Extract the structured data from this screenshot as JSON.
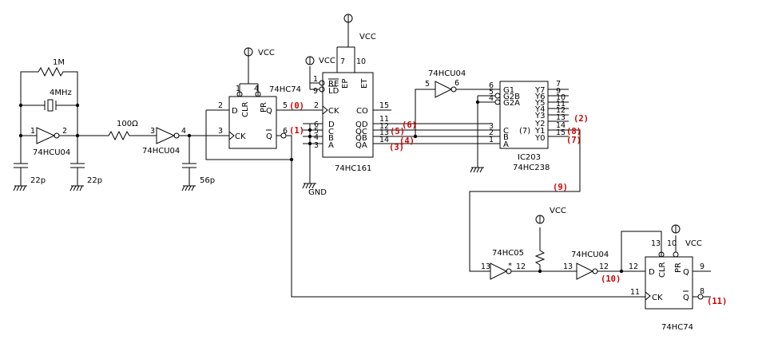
{
  "power": {
    "vcc": "VCC",
    "gnd": "GND"
  },
  "oscillator": {
    "resistor": "1M",
    "crystal": "4MHz",
    "inverter": "74HCU04",
    "cap_left": "22p",
    "cap_right": "22p",
    "pin_in": "1",
    "pin_out": "2"
  },
  "buffer": {
    "series_resistor": "100Ω",
    "inverter": "74HCU04",
    "pin_in": "3",
    "pin_out": "4",
    "cap": "56p"
  },
  "ff1": {
    "part": "74HC74",
    "pins": {
      "clr": "1",
      "pr": "4",
      "d": "2",
      "ck": "3",
      "q": "5",
      "qbar": "6"
    },
    "labels": {
      "d": "D",
      "ck": "CK",
      "q": "Q",
      "qbar": "Q",
      "clr": "CLR",
      "pr": "PR"
    }
  },
  "counter": {
    "part": "74HC161",
    "pins": {
      "ld": "9",
      "re": "1",
      "ck": "2",
      "d": "6",
      "c": "5",
      "b": "4",
      "a": "3",
      "co": "15",
      "qd": "11",
      "qc": "12",
      "qb": "13",
      "qa": "14",
      "ep": "7",
      "et": "10"
    },
    "labels": {
      "re": "RE",
      "ld": "LD",
      "ck": "CK",
      "d": "D",
      "c": "C",
      "b": "B",
      "a": "A",
      "co": "CO",
      "qd": "QD",
      "qc": "QC",
      "qb": "QB",
      "qa": "QA",
      "ep": "EP",
      "et": "ET"
    }
  },
  "inv3": {
    "part": "74HCU04",
    "pin_in": "5",
    "pin_out": "6"
  },
  "decoder": {
    "designator": "IC203",
    "part": "74HC238",
    "inner": "(7)",
    "in_labels": [
      "G1",
      "G2B",
      "G2A",
      "C",
      "B",
      "A"
    ],
    "in_pins": [
      "6",
      "5",
      "4",
      "3",
      "2",
      "1"
    ],
    "out_labels": [
      "Y7",
      "Y6",
      "Y5",
      "Y4",
      "Y3",
      "Y2",
      "Y1",
      "Y0"
    ],
    "out_pins": [
      "7",
      "9",
      "10",
      "11",
      "12",
      "13",
      "14",
      "15"
    ]
  },
  "inv_oc": {
    "part": "74HC05",
    "pin_in": "13",
    "pin_out": "12",
    "mark": "*"
  },
  "inv5": {
    "part": "74HCU04",
    "pin_in": "13",
    "pin_out": "12"
  },
  "ff2": {
    "part": "74HC74",
    "pins": {
      "d": "12",
      "ck": "11",
      "q": "9",
      "qbar": "8",
      "clr": "13",
      "pr": "10"
    },
    "labels": {
      "d": "D",
      "ck": "CK",
      "q": "Q",
      "qbar": "Q",
      "clr": "CLR",
      "pr": "PR"
    }
  },
  "net_labels": [
    "(0)",
    "(1)",
    "(2)",
    "(3)",
    "(4)",
    "(5)",
    "(6)",
    "(7)",
    "(8)",
    "(9)",
    "(10)",
    "(11)"
  ]
}
